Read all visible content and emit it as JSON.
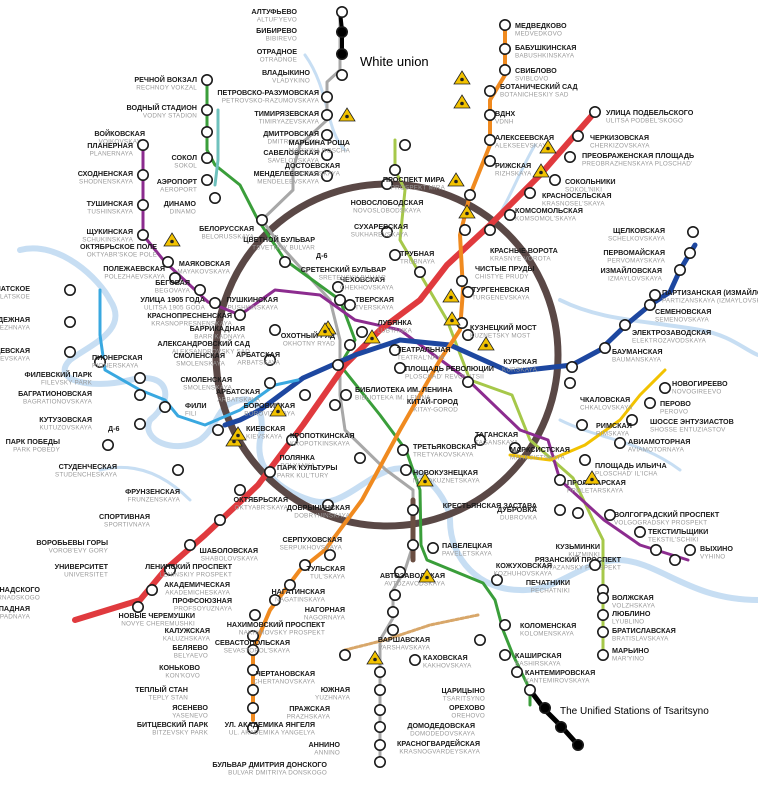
{
  "annotations": {
    "white_union": "White union",
    "tsaritsyno": "The Unified Stations of Tsaritsyno"
  },
  "colors": {
    "river": "#c7def3",
    "ring": "#5a4846",
    "red": "#e03a3e",
    "green": "#3a9e3a",
    "darkblue": "#1d47a0",
    "lightblue": "#39a8e0",
    "brown": "#6a4e42",
    "orange": "#f08a1f",
    "purple": "#8c2c8f",
    "yellow": "#f2c200",
    "grey": "#a8a8a8",
    "lime": "#a6c84a",
    "teal": "#6fc1bd",
    "tan": "#d8a76a",
    "black": "#000000",
    "hazard": "#f2c200"
  },
  "stations": {
    "altufyevo": {
      "ru": "АЛТУФЬЕВО",
      "en": "ALTUF'YEVO"
    },
    "bibirevo": {
      "ru": "БИБИРЕВО",
      "en": "BIBIREVO"
    },
    "otradnoe": {
      "ru": "ОТРАДНОЕ",
      "en": "OTRADNOE"
    },
    "vladykino": {
      "ru": "ВЛАДЫКИНО",
      "en": "VLADYKINO"
    },
    "petrovsko": {
      "ru": "ПЕТРОВСКО-РАЗУМОВСКАЯ",
      "en": "PETROVSKO-RAZUMOVSKAYA"
    },
    "timiryazevskaya": {
      "ru": "ТИМИРЯЗЕВСКАЯ",
      "en": "TIMIRYAZEVSKAYA"
    },
    "dmitrovskaya": {
      "ru": "ДМИТРОВСКАЯ",
      "en": "DMITROVSKAYA"
    },
    "savelovskaya": {
      "ru": "САВЕЛОВСКАЯ",
      "en": "SAVELOVSKAYA"
    },
    "mendeleevskaya": {
      "ru": "МЕНДЕЛЕЕВСКАЯ",
      "en": "MENDELEEVSKAYA"
    },
    "novoslobodskaya": {
      "ru": "НОВОСЛОБОДСКАЯ",
      "en": "NOVOSLOBODSKAYA"
    },
    "tsvetnoy": {
      "ru": "ЦВЕТНОЙ БУЛЬВАР",
      "en": "TSVETNOY BULVAR"
    },
    "chekhovskaya": {
      "ru": "ЧЕХОВСКАЯ",
      "en": "CHEKHOVSKAYA"
    },
    "trubnaya": {
      "ru": "ТРУБНАЯ",
      "en": "TRUBNAYA"
    },
    "sretensky": {
      "ru": "СРЕТЕНСКИЙ БУЛЬВАР",
      "en": "SRETENSKY BULVAR"
    },
    "dostoevskaya": {
      "ru": "ДОСТОЕВСКАЯ",
      "en": "DOSTOYEVSKAYA"
    },
    "maryina": {
      "ru": "МАРЬИНА РОЩА",
      "en": "MAR'YINA ROSCHA"
    },
    "rechnoy": {
      "ru": "РЕЧНОЙ ВОКЗАЛ",
      "en": "RECHNOY VOKZAL"
    },
    "vodny": {
      "ru": "ВОДНЫЙ СТАДИОН",
      "en": "VODNY STADION"
    },
    "voykovskaya": {
      "ru": "ВОЙКОВСКАЯ",
      "en": "VOIKOVSKAYA"
    },
    "sokol": {
      "ru": "СОКОЛ",
      "en": "SOKOL"
    },
    "aeroport": {
      "ru": "АЭРОПОРТ",
      "en": "AEROPORT"
    },
    "dinamo": {
      "ru": "ДИНАМО",
      "en": "DINAMO"
    },
    "belorusskaya": {
      "ru": "БЕЛОРУССКАЯ",
      "en": "BELORUSSKAYA"
    },
    "mayakovskaya": {
      "ru": "МАЯКОВСКАЯ",
      "en": "MAYAKOVSKAYA"
    },
    "pushkinskaya": {
      "ru": "ПУШКИНСКАЯ",
      "en": "PUSHKINSKAYA"
    },
    "tverskaya": {
      "ru": "ТВЕРСКАЯ",
      "en": "TVERSKAYA"
    },
    "okhotny": {
      "ru": "ОХОТНЫЙ РЯД",
      "en": "OKHOTNY RYAD"
    },
    "planernaya": {
      "ru": "ПЛАНЕРНАЯ",
      "en": "PLANERNAYA"
    },
    "skhodnenskaya": {
      "ru": "СХОДНЕНСКАЯ",
      "en": "SHODNENSKAYA"
    },
    "tushinskaya": {
      "ru": "ТУШИНСКАЯ",
      "en": "TUSHINSKAYA"
    },
    "schukinskaya": {
      "ru": "ЩУКИНСКАЯ",
      "en": "SCHUKINSKAYA"
    },
    "oktyabrskoe": {
      "ru": "ОКТЯБРЬСКОЕ ПОЛЕ",
      "en": "OKTYABR'SKOE POLE"
    },
    "polezhaevskaya": {
      "ru": "ПОЛЕЖАЕВСКАЯ",
      "en": "POLEZHAEVSKAYA"
    },
    "begovaya": {
      "ru": "БЕГОВАЯ",
      "en": "BEGOVAYA"
    },
    "ulitsa1905": {
      "ru": "УЛИЦА 1905 ГОДА",
      "en": "ULITSA 1905 GODA"
    },
    "krasnopresnenskaya": {
      "ru": "КРАСНОПРЕСНЕНСКАЯ",
      "en": "KRASNOPRESNENSKAYA"
    },
    "barrikadnaya": {
      "ru": "БАРРИКАДНАЯ",
      "en": "BARRIKADNAYA"
    },
    "aleksandrovsky": {
      "ru": "АЛЕКСАНДРОВСКИЙ САД",
      "en": "ALEKSANDROVSKY SAD"
    },
    "smolenskaya1": {
      "ru": "СМОЛЕНСКАЯ",
      "en": "SMOLENSKAYA"
    },
    "arbatskaya1": {
      "ru": "АРБАТСКАЯ",
      "en": "ARBATSKAYA"
    },
    "smolenskaya2": {
      "ru": "СМОЛЕНСКАЯ",
      "en": "SMOLENSKAYA"
    },
    "arbatskaya2": {
      "ru": "АРБАТСКАЯ",
      "en": "ARBATSKAYA"
    },
    "borovitskaya": {
      "ru": "БОРОВИЦКАЯ",
      "en": "BOROVITSKAYA"
    },
    "biblioteka": {
      "ru": "БИБЛИОТЕКА ИМ. ЛЕНИНА",
      "en": "BIBLIOTEKA IM. LENINA"
    },
    "krylatskoe": {
      "ru": "КРЫЛАТСКОЕ",
      "en": "KRYLATSKOE"
    },
    "molodezhnaya": {
      "ru": "МОЛОДЕЖНАЯ",
      "en": "MOLODEZHNAYA"
    },
    "kuntsevskaya": {
      "ru": "КУНЦЕВСКАЯ",
      "en": "KUNTSEVSKAYA"
    },
    "pionerskaya": {
      "ru": "ПИОНЕРСКАЯ",
      "en": "PIONERSKAYA"
    },
    "filevsky": {
      "ru": "ФИЛЕВСКИЙ ПАРК",
      "en": "FILEVSKY PARK"
    },
    "bagrationovskaya": {
      "ru": "БАГРАТИОНОВСКАЯ",
      "en": "BAGRATIONOVSKAYA"
    },
    "fili": {
      "ru": "ФИЛИ",
      "en": "FILI"
    },
    "kutuzovskaya": {
      "ru": "КУТУЗОВСКАЯ",
      "en": "KUTUZOVSKAYA"
    },
    "park_pobedy": {
      "ru": "ПАРК ПОБЕДЫ",
      "en": "PARK POBEDY"
    },
    "studencheskaya": {
      "ru": "СТУДЕНЧЕСКАЯ",
      "en": "STUDENCHESKAYA"
    },
    "kievskaya": {
      "ru": "КИЕВСКАЯ",
      "en": "KIEVSKAYA"
    },
    "kropotkinskaya": {
      "ru": "КРОПОТКИНСКАЯ",
      "en": "KROPOTKINSKAYA"
    },
    "polyanka": {
      "ru": "ПОЛЯНКА",
      "en": "POLYANKA"
    },
    "park_kultury": {
      "ru": "ПАРК КУЛЬТУРЫ",
      "en": "PARK KUL'TURY"
    },
    "frunzenskaya": {
      "ru": "ФРУНЗЕНСКАЯ",
      "en": "FRUNZENSKAYA"
    },
    "sportivnaya": {
      "ru": "СПОРТИВНАЯ",
      "en": "SPORTIVNAYA"
    },
    "vorobyovy": {
      "ru": "ВОРОБЬЕВЫ ГОРЫ",
      "en": "VOROB'EVY GORY"
    },
    "universitet": {
      "ru": "УНИВЕРСИТЕТ",
      "en": "UNIVERSITET"
    },
    "vernadskogo": {
      "ru": "ПРОСПЕКТ ВЕРНАДСКОГО",
      "en": "PROSPEKT VERNADSKOGO"
    },
    "yugo_zapadnaya": {
      "ru": "ЮГО-ЗАПАДНАЯ",
      "en": "YUGO-ZAPADNAYA"
    },
    "oktyabrskaya": {
      "ru": "ОКТЯБРЬСКАЯ",
      "en": "OKTYABR'SKAYA"
    },
    "dobryninskaya": {
      "ru": "ДОБРЫНИНСКАЯ",
      "en": "DOBRYNINSKAYA"
    },
    "shabolovskaya": {
      "ru": "ШАБОЛОВСКАЯ",
      "en": "SHABOLOVSKAYA"
    },
    "leninsky": {
      "ru": "ЛЕНИНСКИЙ ПРОСПЕКТ",
      "en": "LENINSKIY PROSPEKT"
    },
    "akademicheskaya": {
      "ru": "АКАДЕМИЧЕСКАЯ",
      "en": "AKADEMICHESKAYA"
    },
    "profsoyuznaya": {
      "ru": "ПРОФСОЮЗНАЯ",
      "en": "PROFSOYUZNAYA"
    },
    "novye_cheremushki": {
      "ru": "НОВЫЕ ЧЕРЕМУШКИ",
      "en": "NOVYE CHEREMUSHKI"
    },
    "kaluzhskaya": {
      "ru": "КАЛУЖСКАЯ",
      "en": "KALUZHSKAYA"
    },
    "belyaevo": {
      "ru": "БЕЛЯЕВО",
      "en": "BELYAEVO"
    },
    "konkovo": {
      "ru": "КОНЬКОВО",
      "en": "KON'KOVO"
    },
    "teply_stan": {
      "ru": "ТЕПЛЫЙ СТАН",
      "en": "TEPLY STAN"
    },
    "yasenevo": {
      "ru": "ЯСЕНЕВО",
      "en": "YASENEVO"
    },
    "bitsevsky": {
      "ru": "БИТЦЕВСКИЙ ПАРК",
      "en": "BITZEVSKY PARK"
    },
    "serpukhovskaya": {
      "ru": "СЕРПУХОВСКАЯ",
      "en": "SERPUKHOVSKAYA"
    },
    "tulskaya": {
      "ru": "ТУЛЬСКАЯ",
      "en": "TUL'SKAYA"
    },
    "nagatinskaya": {
      "ru": "НАГАТИНСКАЯ",
      "en": "NAGATINSKAYA"
    },
    "nagornaya": {
      "ru": "НАГОРНАЯ",
      "en": "NAGORNAYA"
    },
    "nakhimovsky": {
      "ru": "НАХИМОВСКИЙ ПРОСПЕКТ",
      "en": "NAKHIMOVSKY PROSPEKT"
    },
    "sevastopolskaya": {
      "ru": "СЕВАСТОПОЛЬСКАЯ",
      "en": "SEVASTOPOL'SKAYA"
    },
    "chertanovskaya": {
      "ru": "ЧЕРТАНОВСКАЯ",
      "en": "CHERTANOVSKAYA"
    },
    "yuzhnaya": {
      "ru": "ЮЖНАЯ",
      "en": "YUZHNAYA"
    },
    "prazhskaya": {
      "ru": "ПРАЖСКАЯ",
      "en": "PRAZHSKAYA"
    },
    "yangelya": {
      "ru": "УЛ. АКАДЕМИКА ЯНГЕЛЯ",
      "en": "UL. AKADEMIKA YANGELYA"
    },
    "annino": {
      "ru": "АННИНО",
      "en": "ANNINO"
    },
    "donskogo": {
      "ru": "БУЛЬВАР ДМИТРИЯ ДОНСКОГО",
      "en": "BULVAR DMITRIYA DONSKOGO"
    },
    "kakhovskaya": {
      "ru": "КАХОВСКАЯ",
      "en": "KAKHOVSKAYA"
    },
    "varshavskaya": {
      "ru": "ВАРШАВСКАЯ",
      "en": "VARSHAVSKAYA"
    },
    "kashirskaya": {
      "ru": "КАШИРСКАЯ",
      "en": "KASHIRSKAYA"
    },
    "kolomenskaya": {
      "ru": "КОЛОМЕНСКАЯ",
      "en": "KOLOMENSKAYA"
    },
    "avtozavodskaya": {
      "ru": "АВТОЗАВОДСКАЯ",
      "en": "AVTOZAVODSKAYA"
    },
    "paveletskaya": {
      "ru": "ПАВЕЛЕЦКАЯ",
      "en": "PAVELETSKAYA"
    },
    "novokuznetskaya": {
      "ru": "НОВОКУЗНЕЦКАЯ",
      "en": "NOVOKUZNETSKAYA"
    },
    "tretyakovskaya": {
      "ru": "ТРЕТЬЯКОВСКАЯ",
      "en": "TRETYAKOVSKAYA"
    },
    "taganskaya": {
      "ru": "ТАГАНСКАЯ",
      "en": "TAGANSKAYA"
    },
    "marksistskaya": {
      "ru": "МАРКСИСТСКАЯ",
      "en": "MARKSISTSKAYA"
    },
    "kantemirovskaya": {
      "ru": "КАНТЕМИРОВСКАЯ",
      "en": "KANTEMIROVSKAYA"
    },
    "tsaritsyno": {
      "ru": "ЦАРИЦЫНО",
      "en": "TSARITSYNO"
    },
    "orekhovo": {
      "ru": "ОРЕХОВО",
      "en": "OREHOVO"
    },
    "domodedovskaya": {
      "ru": "ДОМОДЕДОВСКАЯ",
      "en": "DOMODEDOVSKAYA"
    },
    "krasnogvardeyskaya": {
      "ru": "КРАСНОГВАРДЕЙСКАЯ",
      "en": "KRASNOGVARDEYSKAYA"
    },
    "teatralnaya": {
      "ru": "ТЕАТРАЛЬНАЯ",
      "en": "TEATRAL'NAYA"
    },
    "ploshchad_rev": {
      "ru": "ПЛОЩАДЬ РЕВОЛЮЦИИ",
      "en": "PLOSCHAD' REVOLUTSII"
    },
    "kitay_gorod": {
      "ru": "КИТАЙ-ГОРОД",
      "en": "KITAY-GOROD"
    },
    "lubyanka": {
      "ru": "ЛУБЯНКА",
      "en": "LUBYANKA"
    },
    "kuznetsky": {
      "ru": "КУЗНЕЦКИЙ МОСТ",
      "en": "KUZNETSKY MOST"
    },
    "chistye": {
      "ru": "ЧИСТЫЕ ПРУДЫ",
      "en": "CHISTYE PRUDY"
    },
    "turgenevskaya": {
      "ru": "ТУРГЕНЕВСКАЯ",
      "en": "TURGENEVSKAYA"
    },
    "sukharevskaya": {
      "ru": "СУХАРЕВСКАЯ",
      "en": "SUKHAREVSKAYA"
    },
    "krasnye_vorota": {
      "ru": "КРАСНЫЕ ВОРОТА",
      "en": "KRASNYE VOROTA"
    },
    "komsomolskaya": {
      "ru": "КОМСОМОЛЬСКАЯ",
      "en": "KOMSOMOL'SKAYA"
    },
    "krasnoselskaya": {
      "ru": "КРАСНОСЕЛЬСКАЯ",
      "en": "KRASNOSEL'SKAYA"
    },
    "sokolniki": {
      "ru": "СОКОЛЬНИКИ",
      "en": "SOKOL'NIKI"
    },
    "preobrazhenskaya": {
      "ru": "ПРЕОБРАЖЕНСКАЯ ПЛОЩАДЬ",
      "en": "PREOBRAZHENSKAYA PLOSCHAD'"
    },
    "cherkizovskaya": {
      "ru": "ЧЕРКИЗОВСКАЯ",
      "en": "CHERKIZOVSKAYA"
    },
    "podbelskogo": {
      "ru": "УЛИЦА ПОДБЕЛЬСКОГО",
      "en": "ULITSA PODBEL'SKOGO"
    },
    "prospekt_mira": {
      "ru": "ПРОСПЕКТ МИРА",
      "en": "PROSPEKT MIRA"
    },
    "rizhskaya": {
      "ru": "РИЖСКАЯ",
      "en": "RIZHSKAYA"
    },
    "alekseevskaya": {
      "ru": "АЛЕКСЕЕВСКАЯ",
      "en": "ALEKSEEVSKAYA"
    },
    "vdnkh": {
      "ru": "ВДНХ",
      "en": "VDNH"
    },
    "botanichesky": {
      "ru": "БОТАНИЧЕСКИЙ САД",
      "en": "BOTANICHESKIY SAD"
    },
    "sviblovo": {
      "ru": "СВИБЛОВО",
      "en": "SVIBLOVO"
    },
    "babushkinskaya": {
      "ru": "БАБУШКИНСКАЯ",
      "en": "BABUSHKINSKAYA"
    },
    "medvedkovo": {
      "ru": "МЕДВЕДКОВО",
      "en": "MEDVEDKOVO"
    },
    "kurskaya": {
      "ru": "КУРСКАЯ",
      "en": "KURSKAYA"
    },
    "chkalovskaya": {
      "ru": "ЧКАЛОВСКАЯ",
      "en": "CHKALOVSKAYA"
    },
    "baumanskaya": {
      "ru": "БАУМАНСКАЯ",
      "en": "BAUMANSKAYA"
    },
    "elektrozavodskaya": {
      "ru": "ЭЛЕКТРОЗАВОДСКАЯ",
      "en": "ELEKTROZAVODSKAYA"
    },
    "semenovskaya": {
      "ru": "СЕМЕНОВСКАЯ",
      "en": "SEMENOVSKAYA"
    },
    "partizanskaya": {
      "ru": "ПАРТИЗАНСКАЯ (ИЗМАЙЛОВСКИЙ ПАРК)",
      "en": "PARTIZANSKAYA (IZMAYLOVSKY PARK)"
    },
    "izmaylovskaya": {
      "ru": "ИЗМАЙЛОВСКАЯ",
      "en": "IZMAYLOVSKAYA"
    },
    "pervomayskaya": {
      "ru": "ПЕРВОМАЙСКАЯ",
      "en": "PERVOMAYSKAYA"
    },
    "schelkovskaya": {
      "ru": "ЩЕЛКОВСКАЯ",
      "en": "SCHELKOVSKAYA"
    },
    "novogireevo": {
      "ru": "НОВОГИРЕЕВО",
      "en": "NOVOGIREEVO"
    },
    "perovo": {
      "ru": "ПЕРОВО",
      "en": "PEROVO"
    },
    "entuziastov": {
      "ru": "ШОССЕ ЭНТУЗИАСТОВ",
      "en": "SHOSSE ENTUZIASTOV"
    },
    "aviamotornaya": {
      "ru": "АВИАМОТОРНАЯ",
      "en": "AVIAMOTORNAYA"
    },
    "ploshchad_ilyicha": {
      "ru": "ПЛОЩАДЬ ИЛЬИЧА",
      "en": "PLOSCHAD' IL'ICHA"
    },
    "rimskaya": {
      "ru": "РИМСКАЯ",
      "en": "RIMSKAYA"
    },
    "proletarskaya": {
      "ru": "ПРОЛЕТАРСКАЯ",
      "en": "PROLETARSKAYA"
    },
    "krestyanskaya": {
      "ru": "КРЕСТЬЯНСКАЯ ЗАСТАВА",
      "en": ""
    },
    "volgogradsky": {
      "ru": "ВОЛГОГРАДСКИЙ ПРОСПЕКТ",
      "en": "VOLGOGRADSKY PROSPEKT"
    },
    "tekstilshchiki": {
      "ru": "ТЕКСТИЛЬЩИКИ",
      "en": "TEKSTIL'SCHIKI"
    },
    "kuzminki": {
      "ru": "КУЗЬМИНКИ",
      "en": "KUZMINKI"
    },
    "ryazansky": {
      "ru": "РЯЗАНСКИЙ ПРОСПЕКТ",
      "en": "RYAZANSKY PROSPEKT"
    },
    "vykhino": {
      "ru": "ВЫХИНО",
      "en": "VYHINO"
    },
    "dubrovka": {
      "ru": "ДУБРОВКА",
      "en": "DUBROVKA"
    },
    "kozhukhovskaya": {
      "ru": "КОЖУХОВСКАЯ",
      "en": "KOZHUHOVSKAYA"
    },
    "pechatniki": {
      "ru": "ПЕЧАТНИКИ",
      "en": "PECHATNIKI"
    },
    "volzhskaya": {
      "ru": "ВОЛЖСКАЯ",
      "en": "VOLZHSKAYA"
    },
    "lyublino": {
      "ru": "ЛЮБЛИНО",
      "en": "LYUBLINO"
    },
    "bratislavskaya": {
      "ru": "БРАТИСЛАВСКАЯ",
      "en": "BRATISLAVSKAYA"
    },
    "maryino": {
      "ru": "МАРЬИНО",
      "en": "MAR'YINO"
    },
    "partizanskaya_small": {
      "ru": "",
      "en": "PARTIZANSKAYA (IZMAYLOVSKY PARK)"
    },
    "prospekt_mira_sub": {
      "ru": "",
      "en": "PROSPEKT MIRA"
    }
  },
  "labels": {
    "d6a": "Д-6",
    "d6b": "Д-6"
  }
}
